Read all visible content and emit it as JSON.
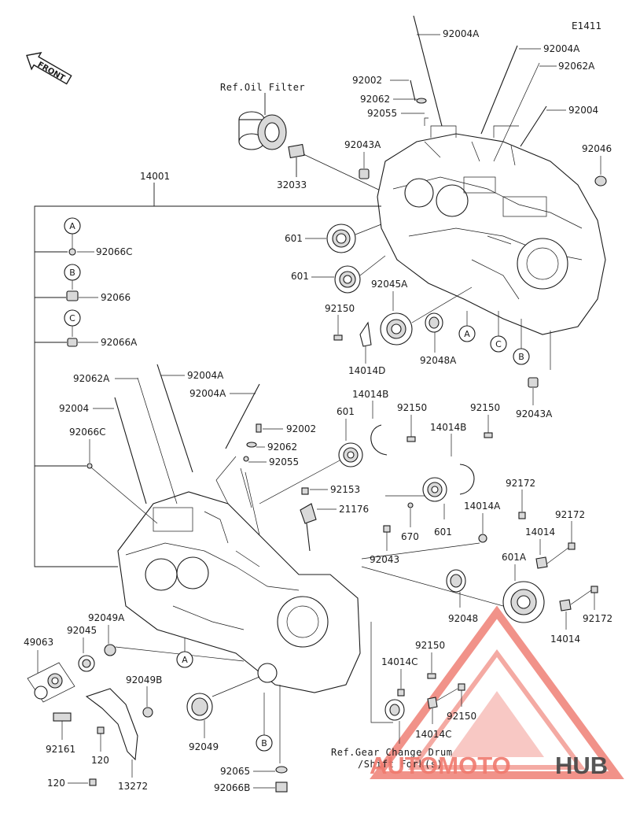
{
  "diagram_code": "E1411",
  "front_label": "FRONT",
  "refs": {
    "oil_filter": "Ref.Oil Filter",
    "gear_change_1": "Ref.Gear Change Drum",
    "gear_change_2": "/Shift Fork(s)"
  },
  "circle_refs": {
    "a": "A",
    "b": "B",
    "c": "C"
  },
  "labels": {
    "p92004A_top": "92004A",
    "p92004A_top2": "92004A",
    "p92062A_top": "92062A",
    "p92002_top": "92002",
    "p92062_top": "92062",
    "p92055_top": "92055",
    "p92004_top": "92004",
    "p92043A_top": "92043A",
    "p92046": "92046",
    "p32033": "32033",
    "p14001": "14001",
    "p92066C_a": "92066C",
    "p92066_b": "92066",
    "p92066A_c": "92066A",
    "p601_a": "601",
    "p601_b": "601",
    "p92045A": "92045A",
    "p92150_a": "92150",
    "p14014D": "14014D",
    "p92048A": "92048A",
    "p92043A_bot": "92043A",
    "p92062A_mid": "92062A",
    "p92004A_mid": "92004A",
    "p92004A_mid2": "92004A",
    "p92004_mid": "92004",
    "p92066C_mid": "92066C",
    "p92002_mid": "92002",
    "p92062_mid": "92062",
    "p92055_mid": "92055",
    "p14014B_a": "14014B",
    "p92150_b": "92150",
    "p601_c": "601",
    "p92150_c": "92150",
    "p14014B_b": "14014B",
    "p92153": "92153",
    "p21176": "21176",
    "p92172_a": "92172",
    "p670": "670",
    "p601_d": "601",
    "p14014A": "14014A",
    "p92172_b": "92172",
    "p14014_a": "14014",
    "p92043": "92043",
    "p601A": "601A",
    "p92048": "92048",
    "p92172_c": "92172",
    "p14014_b": "14014",
    "p49063": "49063",
    "p92045": "92045",
    "p92049A": "92049A",
    "p92049B": "92049B",
    "p92150_d": "92150",
    "p14014C_a": "14014C",
    "p92150_e": "92150",
    "p14014C_b": "14014C",
    "p92161": "92161",
    "p120_a": "120",
    "p92049": "92049",
    "p120_b": "120",
    "p13272": "13272",
    "p92065": "92065",
    "p92066B": "92066B"
  },
  "watermark": {
    "part1": "AUTOMOTO",
    "part2": "HUB",
    "color1": "#f07a6e",
    "color2": "#444444",
    "triangle_color": "#e8483a"
  }
}
